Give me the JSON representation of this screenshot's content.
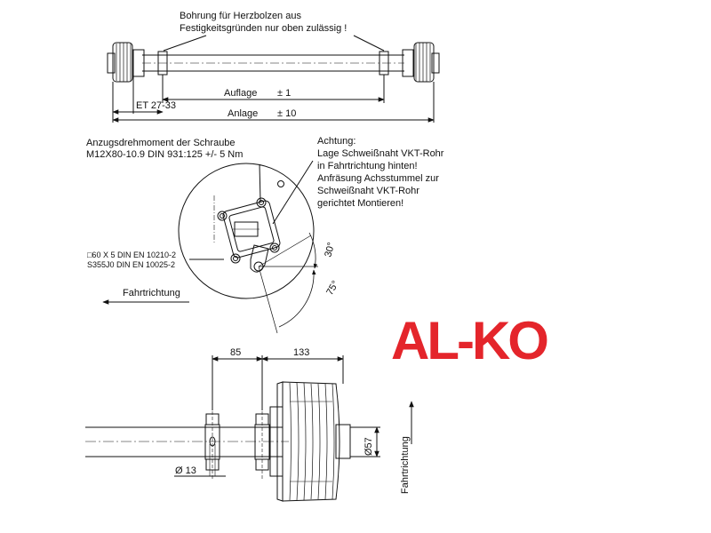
{
  "top_view": {
    "note_line1": "Bohrung für Herzbolzen aus",
    "note_line2": "Festigkeitsgründen nur oben zulässig !",
    "dim_auflage_label": "Auflage",
    "dim_auflage_tol": "± 1",
    "dim_et_label": "ET 27-33",
    "dim_anlage_label": "Anlage",
    "dim_anlage_tol": "± 10"
  },
  "side_view": {
    "torque_line1": "Anzugsdrehmoment der Schraube",
    "torque_line2": "M12X80-10.9 DIN 931:125 +/- 5 Nm",
    "warning_line1": "Achtung:",
    "warning_line2": "Lage Schweißnaht VKT-Rohr",
    "warning_line3": "in Fahrtrichtung hinten!",
    "warning_line4": "Anfräsung Achsstummel zur",
    "warning_line5": "Schweißnaht VKT-Rohr",
    "warning_line6": "gerichtet Montieren!",
    "material_line1": "□60 X 5 DIN EN 10210-2",
    "material_line2": "S355J0 DIN EN 10025-2",
    "angle_30": "30°",
    "angle_75": "75°",
    "direction_label": "Fahrtrichtung"
  },
  "detail_view": {
    "dim_85": "85",
    "dim_133": "133",
    "dim_d57": "Ø57",
    "dim_d13": "Ø 13",
    "direction_label": "Fahrtrichtung"
  },
  "logo": {
    "text": "AL-KO",
    "color": "#e4252b"
  }
}
